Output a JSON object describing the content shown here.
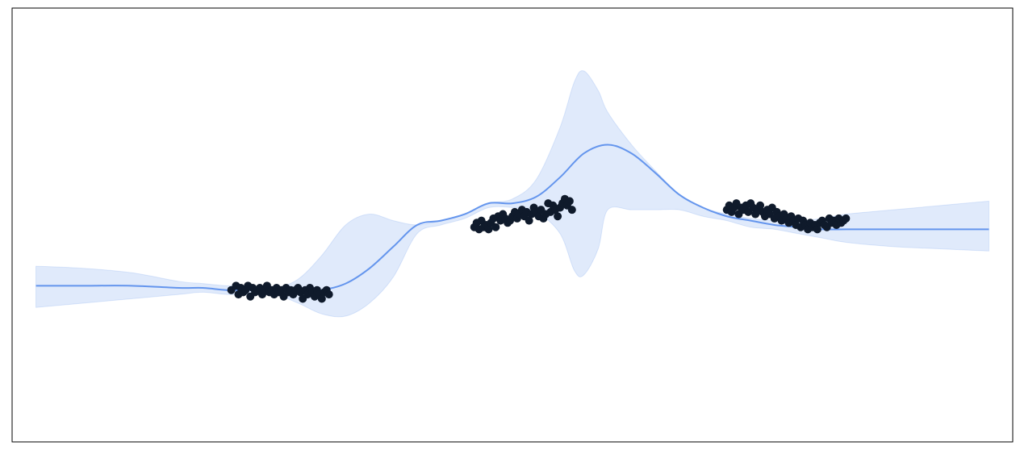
{
  "chart_data": {
    "type": "line",
    "title": "",
    "xlabel": "",
    "ylabel": "",
    "grid": false,
    "xlim": [
      -1.05,
      1.05
    ],
    "ylim": [
      -1.0,
      1.0
    ],
    "colors": {
      "mean_line": "#6495ED",
      "band_fill": "#6495ED",
      "points": "#0f1a2b",
      "frame": "#000000",
      "background": "#ffffff"
    },
    "mean": {
      "x": [
        -1.0,
        -0.9,
        -0.8,
        -0.7,
        -0.65,
        -0.6,
        -0.55,
        -0.5,
        -0.45,
        -0.4,
        -0.35,
        -0.3,
        -0.25,
        -0.2,
        -0.15,
        -0.1,
        -0.05,
        0.0,
        0.05,
        0.1,
        0.15,
        0.2,
        0.25,
        0.3,
        0.35,
        0.4,
        0.45,
        0.5,
        0.55,
        0.6,
        0.65,
        0.7,
        0.8,
        0.9,
        1.0
      ],
      "y": [
        -0.28,
        -0.28,
        -0.28,
        -0.29,
        -0.29,
        -0.3,
        -0.3,
        -0.31,
        -0.31,
        -0.3,
        -0.27,
        -0.2,
        -0.1,
        0.0,
        0.02,
        0.05,
        0.1,
        0.1,
        0.13,
        0.22,
        0.33,
        0.37,
        0.33,
        0.24,
        0.14,
        0.08,
        0.04,
        0.02,
        0.0,
        -0.01,
        -0.02,
        -0.02,
        -0.02,
        -0.02,
        -0.02
      ]
    },
    "band": {
      "x": [
        -1.0,
        -0.9,
        -0.8,
        -0.7,
        -0.65,
        -0.6,
        -0.55,
        -0.5,
        -0.45,
        -0.4,
        -0.35,
        -0.3,
        -0.25,
        -0.2,
        -0.15,
        -0.1,
        -0.05,
        0.0,
        0.05,
        0.1,
        0.13,
        0.15,
        0.18,
        0.2,
        0.25,
        0.3,
        0.35,
        0.4,
        0.45,
        0.5,
        0.55,
        0.6,
        0.65,
        0.7,
        0.8,
        0.9,
        1.0
      ],
      "upper": [
        -0.19,
        -0.2,
        -0.22,
        -0.26,
        -0.27,
        -0.28,
        -0.28,
        -0.29,
        -0.25,
        -0.14,
        0.0,
        0.05,
        0.02,
        0.0,
        0.02,
        0.05,
        0.1,
        0.12,
        0.21,
        0.45,
        0.66,
        0.71,
        0.62,
        0.52,
        0.37,
        0.25,
        0.14,
        0.08,
        0.05,
        0.03,
        0.02,
        0.02,
        0.03,
        0.05,
        0.07,
        0.09,
        0.11
      ],
      "lower": [
        -0.38,
        -0.36,
        -0.34,
        -0.32,
        -0.31,
        -0.32,
        -0.32,
        -0.32,
        -0.36,
        -0.41,
        -0.42,
        -0.36,
        -0.24,
        -0.04,
        0.0,
        0.03,
        0.08,
        0.08,
        0.06,
        -0.04,
        -0.21,
        -0.23,
        -0.11,
        0.07,
        0.07,
        0.07,
        0.07,
        0.04,
        0.02,
        -0.01,
        -0.02,
        -0.04,
        -0.06,
        -0.08,
        -0.1,
        -0.11,
        -0.12
      ]
    },
    "points": {
      "clusters": [
        {
          "x_range": [
            -0.59,
            -0.38
          ],
          "note": ""
        },
        {
          "x_range": [
            -0.08,
            0.13
          ],
          "note": ""
        },
        {
          "x_range": [
            0.45,
            0.7
          ],
          "note": ""
        }
      ],
      "x": [
        -0.59,
        -0.58,
        -0.575,
        -0.57,
        -0.565,
        -0.56,
        -0.555,
        -0.55,
        -0.545,
        -0.54,
        -0.535,
        -0.53,
        -0.525,
        -0.52,
        -0.515,
        -0.51,
        -0.505,
        -0.5,
        -0.495,
        -0.49,
        -0.485,
        -0.48,
        -0.475,
        -0.47,
        -0.465,
        -0.46,
        -0.455,
        -0.45,
        -0.445,
        -0.44,
        -0.435,
        -0.43,
        -0.425,
        -0.42,
        -0.415,
        -0.41,
        -0.405,
        -0.4,
        -0.395,
        -0.39,
        -0.385,
        -0.08,
        -0.075,
        -0.07,
        -0.065,
        -0.06,
        -0.055,
        -0.05,
        -0.045,
        -0.04,
        -0.035,
        -0.03,
        -0.025,
        -0.02,
        -0.015,
        -0.01,
        -0.005,
        0.0,
        0.005,
        0.01,
        0.015,
        0.02,
        0.025,
        0.03,
        0.035,
        0.04,
        0.045,
        0.05,
        0.055,
        0.06,
        0.065,
        0.07,
        0.075,
        0.08,
        0.085,
        0.09,
        0.095,
        0.1,
        0.105,
        0.11,
        0.115,
        0.12,
        0.125,
        0.45,
        0.455,
        0.46,
        0.465,
        0.47,
        0.475,
        0.48,
        0.485,
        0.49,
        0.495,
        0.5,
        0.505,
        0.51,
        0.515,
        0.52,
        0.525,
        0.53,
        0.535,
        0.54,
        0.545,
        0.55,
        0.555,
        0.56,
        0.565,
        0.57,
        0.575,
        0.58,
        0.585,
        0.59,
        0.595,
        0.6,
        0.605,
        0.61,
        0.615,
        0.62,
        0.625,
        0.63,
        0.635,
        0.64,
        0.645,
        0.65,
        0.655,
        0.66,
        0.665,
        0.67,
        0.675,
        0.68,
        0.685,
        0.69,
        0.695,
        0.7
      ],
      "y": [
        -0.3,
        -0.28,
        -0.32,
        -0.29,
        -0.31,
        -0.3,
        -0.28,
        -0.33,
        -0.29,
        -0.31,
        -0.3,
        -0.29,
        -0.32,
        -0.3,
        -0.28,
        -0.31,
        -0.3,
        -0.32,
        -0.29,
        -0.31,
        -0.3,
        -0.33,
        -0.29,
        -0.31,
        -0.3,
        -0.32,
        -0.3,
        -0.29,
        -0.31,
        -0.34,
        -0.3,
        -0.32,
        -0.29,
        -0.31,
        -0.33,
        -0.3,
        -0.32,
        -0.34,
        -0.31,
        -0.3,
        -0.32,
        -0.01,
        0.01,
        -0.02,
        0.02,
        -0.01,
        0.0,
        -0.02,
        0.01,
        0.03,
        -0.01,
        0.04,
        0.02,
        0.05,
        0.03,
        0.01,
        0.02,
        0.04,
        0.06,
        0.03,
        0.05,
        0.07,
        0.04,
        0.06,
        0.02,
        0.05,
        0.08,
        0.06,
        0.04,
        0.07,
        0.03,
        0.05,
        0.1,
        0.06,
        0.09,
        0.07,
        0.04,
        0.08,
        0.1,
        0.12,
        0.09,
        0.11,
        0.07,
        0.07,
        0.09,
        0.06,
        0.08,
        0.1,
        0.05,
        0.08,
        0.07,
        0.09,
        0.06,
        0.1,
        0.08,
        0.05,
        0.07,
        0.09,
        0.06,
        0.04,
        0.07,
        0.05,
        0.08,
        0.03,
        0.06,
        0.04,
        0.02,
        0.05,
        0.03,
        0.01,
        0.04,
        0.02,
        0.0,
        0.03,
        -0.01,
        0.02,
        0.0,
        -0.02,
        0.01,
        -0.01,
        0.0,
        -0.02,
        0.01,
        0.02,
        0.0,
        -0.01,
        0.03,
        0.01,
        0.02,
        0.0,
        0.03,
        0.01,
        0.02,
        0.03,
        0.02
      ]
    }
  }
}
